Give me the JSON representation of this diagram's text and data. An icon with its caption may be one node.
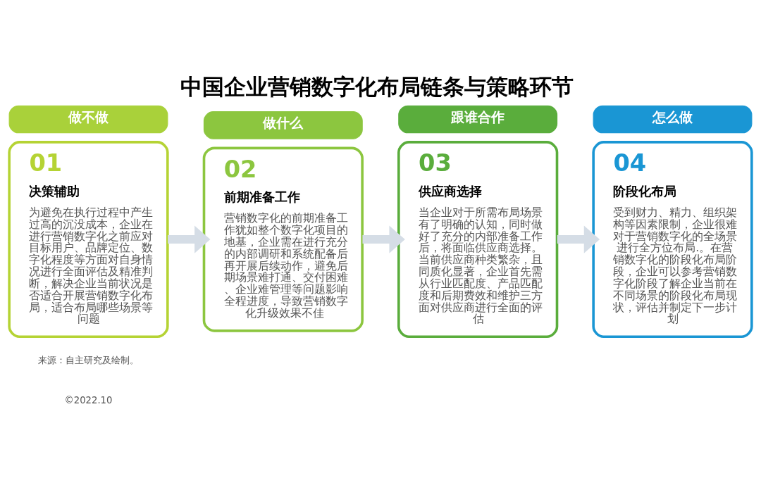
{
  "diagram": {
    "title": "中国企业营销数字化布局链条与策略环节",
    "nodes": [
      {
        "text": [
          "做不做"
        ]
      },
      {
        "text": [
          "01",
          "决策辅助",
          "为避免在执行过程中产生过高的沉没成本，企业在进行营销数字化之前应对目标用户、品牌定位、数字化程度等方面对自身情况进行全面评估及精准判断，解决企业当前状况是否适合开展营销数字化布局，适合布局哪些场景等问题"
        ]
      },
      {
        "text": [
          "做什么"
        ]
      },
      {
        "text": [
          "02",
          "前期准备工作",
          "营销数字化的前期准备工作犹如整个数字化项目的地基，企业需在进行充分的内部调研和系统配备后再开展后续动作，避免后期场景难打通、交付困难、企业难管理等问题影响全程进度，导致营销数字化升级效果不佳"
        ]
      },
      {
        "text": [
          "跟谁合作"
        ]
      },
      {
        "text": [
          "03",
          "供应商选择",
          "当企业对于所需布局场景有了明确的认知，同时做好了充分的内部准备工作后，将面临供应商选择。当前供应商种类繁杂，且同质化显著，企业首先需从行业匹配度、产品匹配度和后期费效和维护三方面对供应商进行全面的评估"
        ]
      },
      {
        "text": [
          "怎么做"
        ]
      },
      {
        "text": [
          "04",
          "阶段化布局",
          "受到财力、精力、组织架构等因素限制，企业很难对于营销数字化的全场景进行全方位布局.。在营销数字化的阶段化布局阶段，企业可以参考营销数字化阶段了解企业当前在不同场景的阶段化布局现状，评估并制定下一步计划"
        ]
      }
    ],
    "edges": [
      {
        "from": 1,
        "to": 3,
        "arrow": "to"
      },
      {
        "from": 3,
        "to": 5,
        "arrow": "to"
      },
      {
        "from": 5,
        "to": 7,
        "arrow": "to"
      }
    ],
    "labels": [
      "来源：自主研究及绘制。",
      "©2022.10"
    ]
  }
}
